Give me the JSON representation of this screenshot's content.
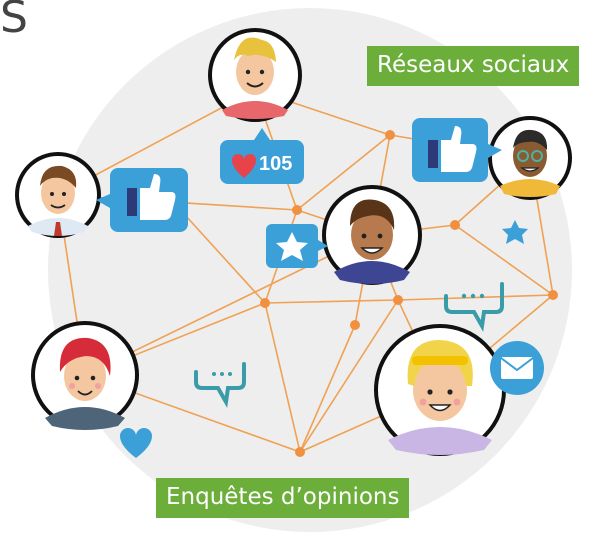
{
  "corner_text": "S",
  "labels": {
    "social_networks": "Réseaux sociaux",
    "opinion_surveys": "Enquêtes d’opinions"
  },
  "like_counter": {
    "value": "105"
  },
  "colors": {
    "network_line": "#f0a153",
    "node": "#f09040",
    "tag_bg": "#6cae3a",
    "bubble": "#3b9fd8",
    "chat": "#3a9ca8",
    "backdrop": "#eeeeee"
  },
  "icons": [
    "thumbs-up-icon",
    "heart-icon",
    "star-icon",
    "chat-icon",
    "mail-icon"
  ]
}
